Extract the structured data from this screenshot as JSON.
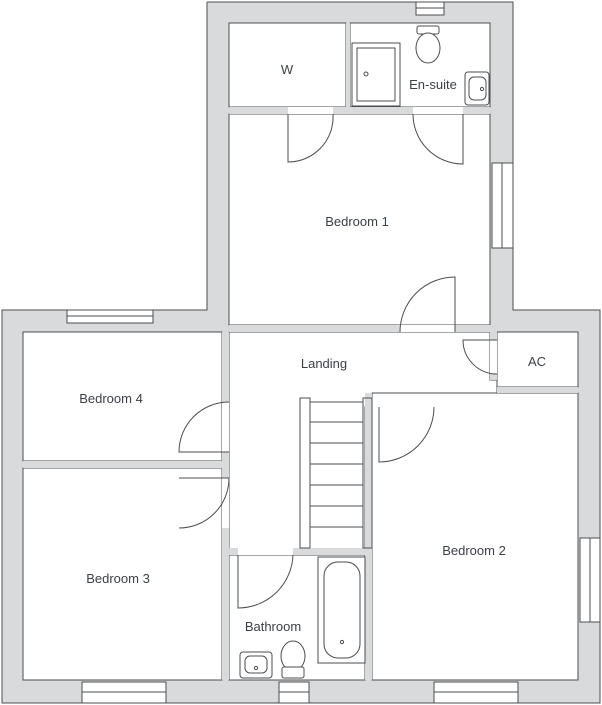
{
  "rooms": {
    "wardrobe": "W",
    "ensuite": "En-suite",
    "bedroom1": "Bedroom 1",
    "landing": "Landing",
    "ac": "AC",
    "bedroom4": "Bedroom 4",
    "bedroom3": "Bedroom 3",
    "bedroom2": "Bedroom 2",
    "bathroom": "Bathroom"
  },
  "colors": {
    "wall": "#d9dadb",
    "line": "#4a4d52",
    "text": "#3b3f47"
  }
}
